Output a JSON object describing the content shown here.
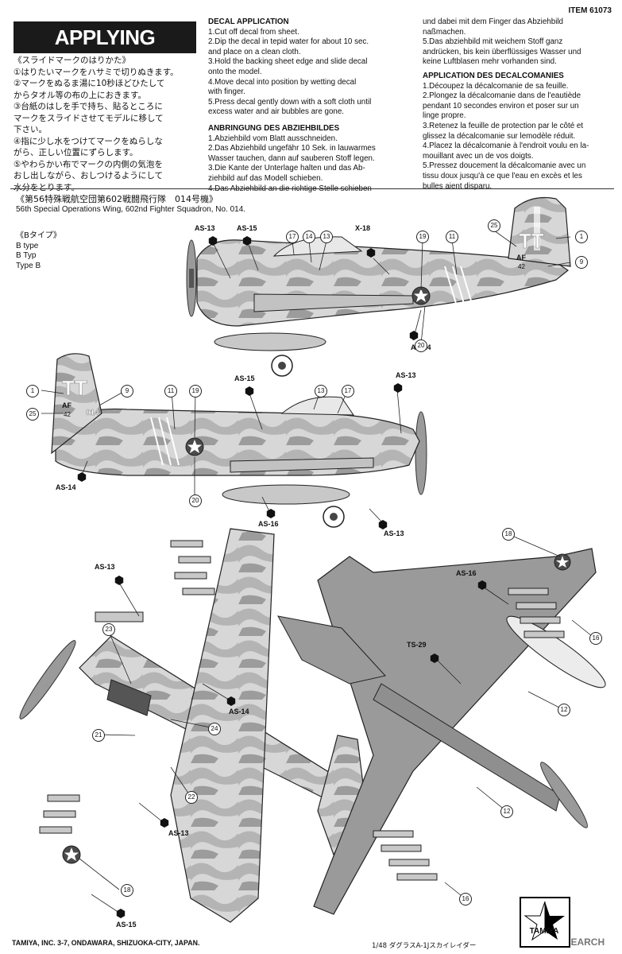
{
  "item_number": "ITEM 61073",
  "banner_title": "APPLYING DECALS",
  "jp_instructions": {
    "heading": "《スライドマークのはりかた》",
    "steps": [
      "①はりたいマークをハサミで切りぬきます。",
      "②マークをぬるま湯に10秒ほどひたして",
      "からタオル等の布の上におきます。",
      "③台紙のはしを手で持ち、貼るところに",
      "マークをスライドさせてモデルに移して",
      "下さい。",
      "④指に少し水をつけてマークをぬらしな",
      "がら、正しい位置にずらします。",
      "⑤やわらかい布でマークの内側の気泡を",
      "おし出しながら、おしつけるようにして",
      "水分をとります。"
    ]
  },
  "en_instructions": {
    "heading": "DECAL APPLICATION",
    "lines": [
      "1.Cut off decal from sheet.",
      "2.Dip the decal in tepid water for about 10 sec.",
      "and place on a clean cloth.",
      "3.Hold the backing sheet edge and slide decal",
      "onto the model.",
      "4.Move decal into position by wetting decal",
      "with finger.",
      "5.Press decal gently down with a soft cloth until",
      "excess water and air bubbles are gone."
    ]
  },
  "de_instructions": {
    "heading": "ANBRINGUNG DES ABZIEHBILDES",
    "lines": [
      "1.Abziehbild vom Blatt ausschneiden.",
      "2.Das Abziehbild ungefähr 10 Sek. in lauwarmes",
      "Wasser tauchen, dann auf sauberen Stoff legen.",
      "3.Die Kante der Unterlage halten und das Ab-",
      "ziehbild auf das Modell schieben.",
      "4.Das Abziehbild an die richtige Stelle schieben",
      "und dabei mit dem Finger das Abziehbild",
      "naßmachen.",
      "5.Das abziehbild mit weichem Stoff ganz",
      "andrücken, bis kein überflüssiges Wasser und",
      "keine Luftblasen mehr vorhanden sind."
    ]
  },
  "fr_instructions": {
    "heading": "APPLICATION DES DECALCOMANIES",
    "lines": [
      "1.Découpez la décalcomanie de sa feuille.",
      "2.Plongez la décalcomanie dans de l'eautiède",
      "pendant 10 secondes environ et poser sur un",
      "linge propre.",
      "3.Retenez la feuille de protection par le côté et",
      "glissez la décalcomanie sur lemodèle réduit.",
      "4.Placez la décalcomanie à l'endroit voulu en la-",
      "mouillant avec un de vos doigts.",
      "5.Pressez doucement la décalcomanie avec un",
      "tissu doux jusqu'à ce que l'eau en excès et les",
      "bulles aient disparu."
    ]
  },
  "unit": {
    "jp": "《第56特殊戦航空団第602戦闘飛行隊　014号機》",
    "en": "56th Special Operations Wing, 602nd Fighter Squadron, No. 014."
  },
  "type_label": {
    "jp": "《Bタイプ》",
    "lines": [
      "B type",
      "B Typ",
      "Type B"
    ]
  },
  "aircraft_markings": {
    "tail_code": "TT",
    "af_text": "AF",
    "number_42": "42",
    "fuselage_number": "014"
  },
  "callouts": {
    "as13": "AS-13",
    "as14": "AS-14",
    "as15": "AS-15",
    "as16": "AS-16",
    "x18": "X-18",
    "ts29": "TS-29"
  },
  "numbers": {
    "n1": "1",
    "n9": "9",
    "n11": "11",
    "n12": "12",
    "n13": "13",
    "n16": "16",
    "n17": "17",
    "n18": "18",
    "n19": "19",
    "n20": "20",
    "n21": "21",
    "n22": "22",
    "n23": "23",
    "n24": "24",
    "n25": "25"
  },
  "footer": {
    "address": "TAMIYA, INC. 3-7, ONDAWARA, SHIZUOKA-CITY, JAPAN.",
    "product_line": "1/48 ダグラスA-1Jスカイレイダー",
    "watermark": "HOBBY SEARCH",
    "brand": "TAMIYA"
  },
  "colors": {
    "camo_light": "#d7d7d7",
    "camo_mid": "#b4b4b4",
    "camo_dark": "#8f8f8f",
    "underside": "#9a9a9a",
    "ink": "#111111"
  }
}
